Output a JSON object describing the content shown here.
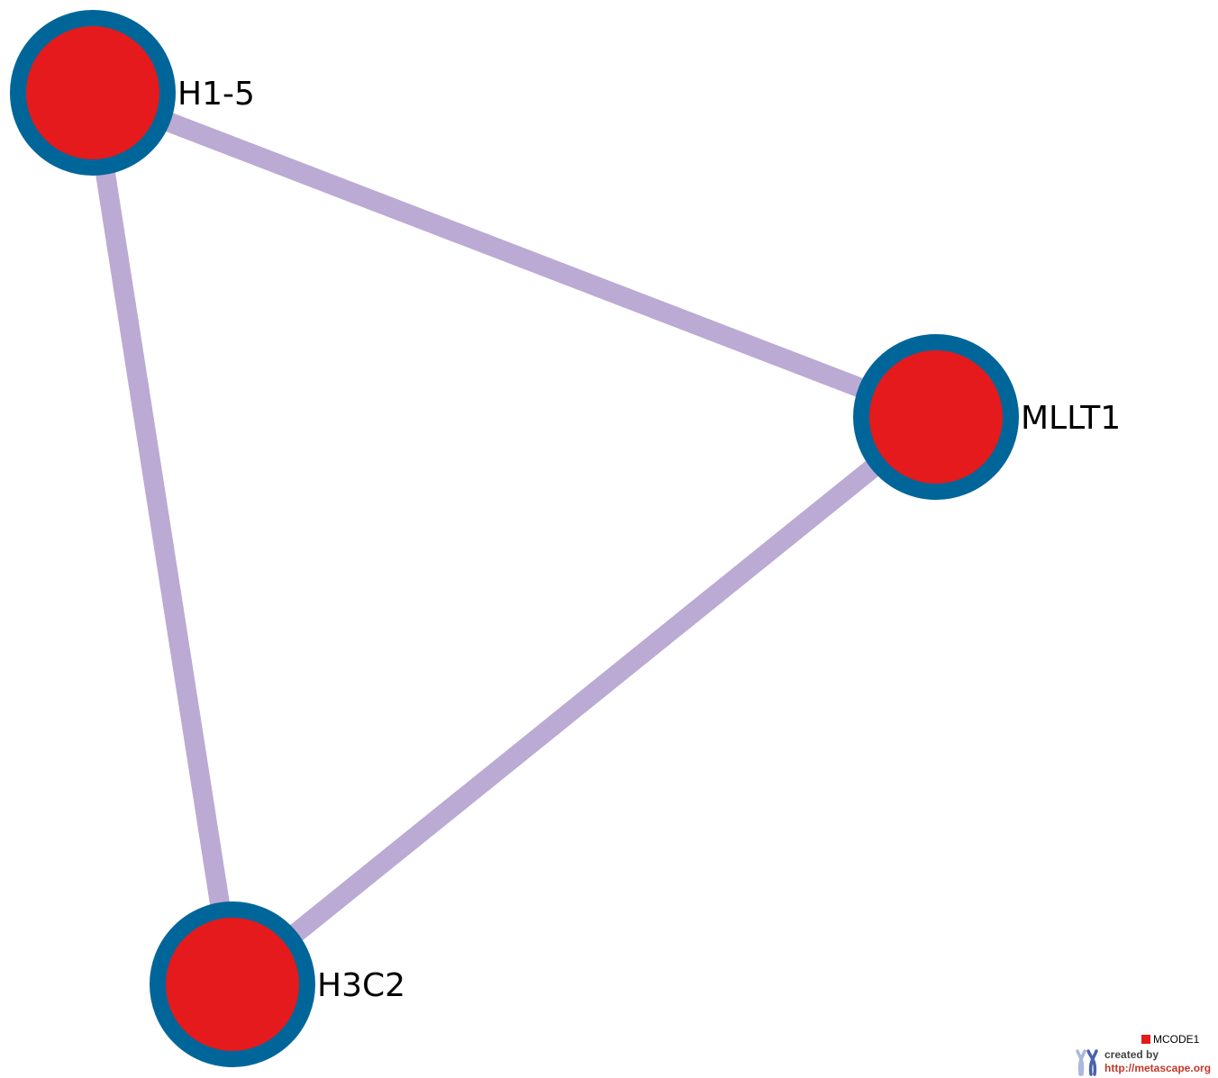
{
  "network": {
    "nodes": [
      {
        "id": "H1-5",
        "label": "H1-5"
      },
      {
        "id": "MLLT1",
        "label": "MLLT1"
      },
      {
        "id": "H3C2",
        "label": "H3C2"
      }
    ],
    "edges": [
      {
        "source": "H1-5",
        "target": "MLLT1"
      },
      {
        "source": "H1-5",
        "target": "H3C2"
      },
      {
        "source": "MLLT1",
        "target": "H3C2"
      }
    ],
    "colors": {
      "node_fill": "#e41a1c",
      "node_border": "#006699",
      "edge": "#bbaad3"
    }
  },
  "legend": {
    "label": "MCODE1",
    "color": "#e41a1c"
  },
  "credit": {
    "created_by": "created by",
    "url": "http://metascape.org"
  }
}
